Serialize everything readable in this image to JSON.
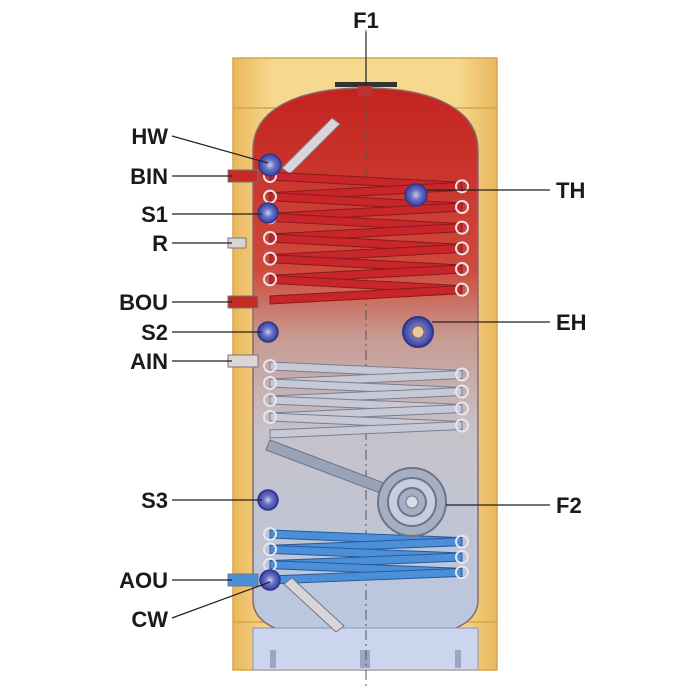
{
  "labels": {
    "F1": "F1",
    "HW": "HW",
    "BIN": "BIN",
    "S1": "S1",
    "R": "R",
    "BOU": "BOU",
    "S2": "S2",
    "AIN": "AIN",
    "S3": "S3",
    "AOU": "AOU",
    "CW": "CW",
    "TH": "TH",
    "EH": "EH",
    "F2": "F2"
  },
  "colors": {
    "insulation": "#f3cf7d",
    "insulation_edge": "#d8a94a",
    "tank_top": "#c72a24",
    "tank_mid": "#c89a92",
    "tank_bottom": "#b8c6df",
    "coil_upper": "#c8262a",
    "coil_middle": "#c7c9d6",
    "coil_lower": "#4a8fd8",
    "flange": "#4a55b8",
    "line": "#2a2a2a"
  }
}
